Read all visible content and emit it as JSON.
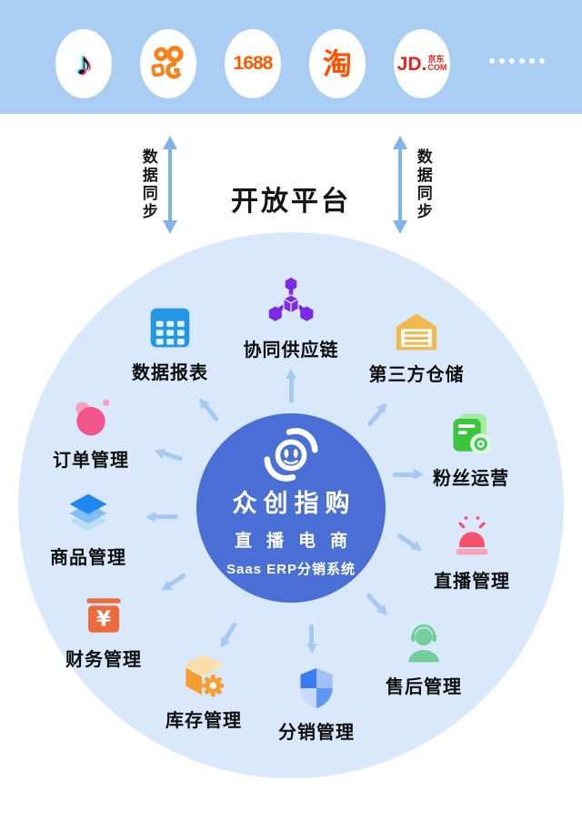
{
  "platform_bar": {
    "platforms": [
      {
        "id": "douyin",
        "glyph": "♪"
      },
      {
        "id": "kuaishou"
      },
      {
        "id": "1688",
        "text": "1688"
      },
      {
        "id": "taobao",
        "text": "淘"
      },
      {
        "id": "jd",
        "main": "JD.",
        "side_top": "京东",
        "side_bottom": "COM"
      }
    ]
  },
  "sync_section": {
    "title": "开放平台",
    "left_sync_label": "数据同步",
    "right_sync_label": "数据同步"
  },
  "center_circle": {
    "brand_name": "众创指购",
    "tagline": "直播电商",
    "subtitle": "Saas ERP分销系统"
  },
  "modules": [
    {
      "id": "data-report",
      "label": "数据报表",
      "icon": "table-icon"
    },
    {
      "id": "supply-chain",
      "label": "协同供应链",
      "icon": "hexagon-network-icon"
    },
    {
      "id": "warehouse",
      "label": "第三方仓储",
      "icon": "warehouse-icon"
    },
    {
      "id": "orders",
      "label": "订单管理",
      "icon": "pink-circles-icon"
    },
    {
      "id": "fans",
      "label": "粉丝运营",
      "icon": "member-card-icon"
    },
    {
      "id": "products",
      "label": "商品管理",
      "icon": "stacked-layers-icon"
    },
    {
      "id": "live",
      "label": "直播管理",
      "icon": "siren-icon"
    },
    {
      "id": "finance",
      "label": "财务管理",
      "icon": "yuan-sign-icon",
      "glyph": "¥"
    },
    {
      "id": "aftersales",
      "label": "售后管理",
      "icon": "headset-agent-icon"
    },
    {
      "id": "inventory",
      "label": "库存管理",
      "icon": "box-gear-icon"
    },
    {
      "id": "distribution",
      "label": "分销管理",
      "icon": "shield-icon"
    }
  ],
  "colors": {
    "band_blue": "#A9CDF3",
    "eco_circle_blue": "#D9E9FB",
    "center_blue": "#4A70D8",
    "arrow_blue": "#A5C9F1"
  }
}
